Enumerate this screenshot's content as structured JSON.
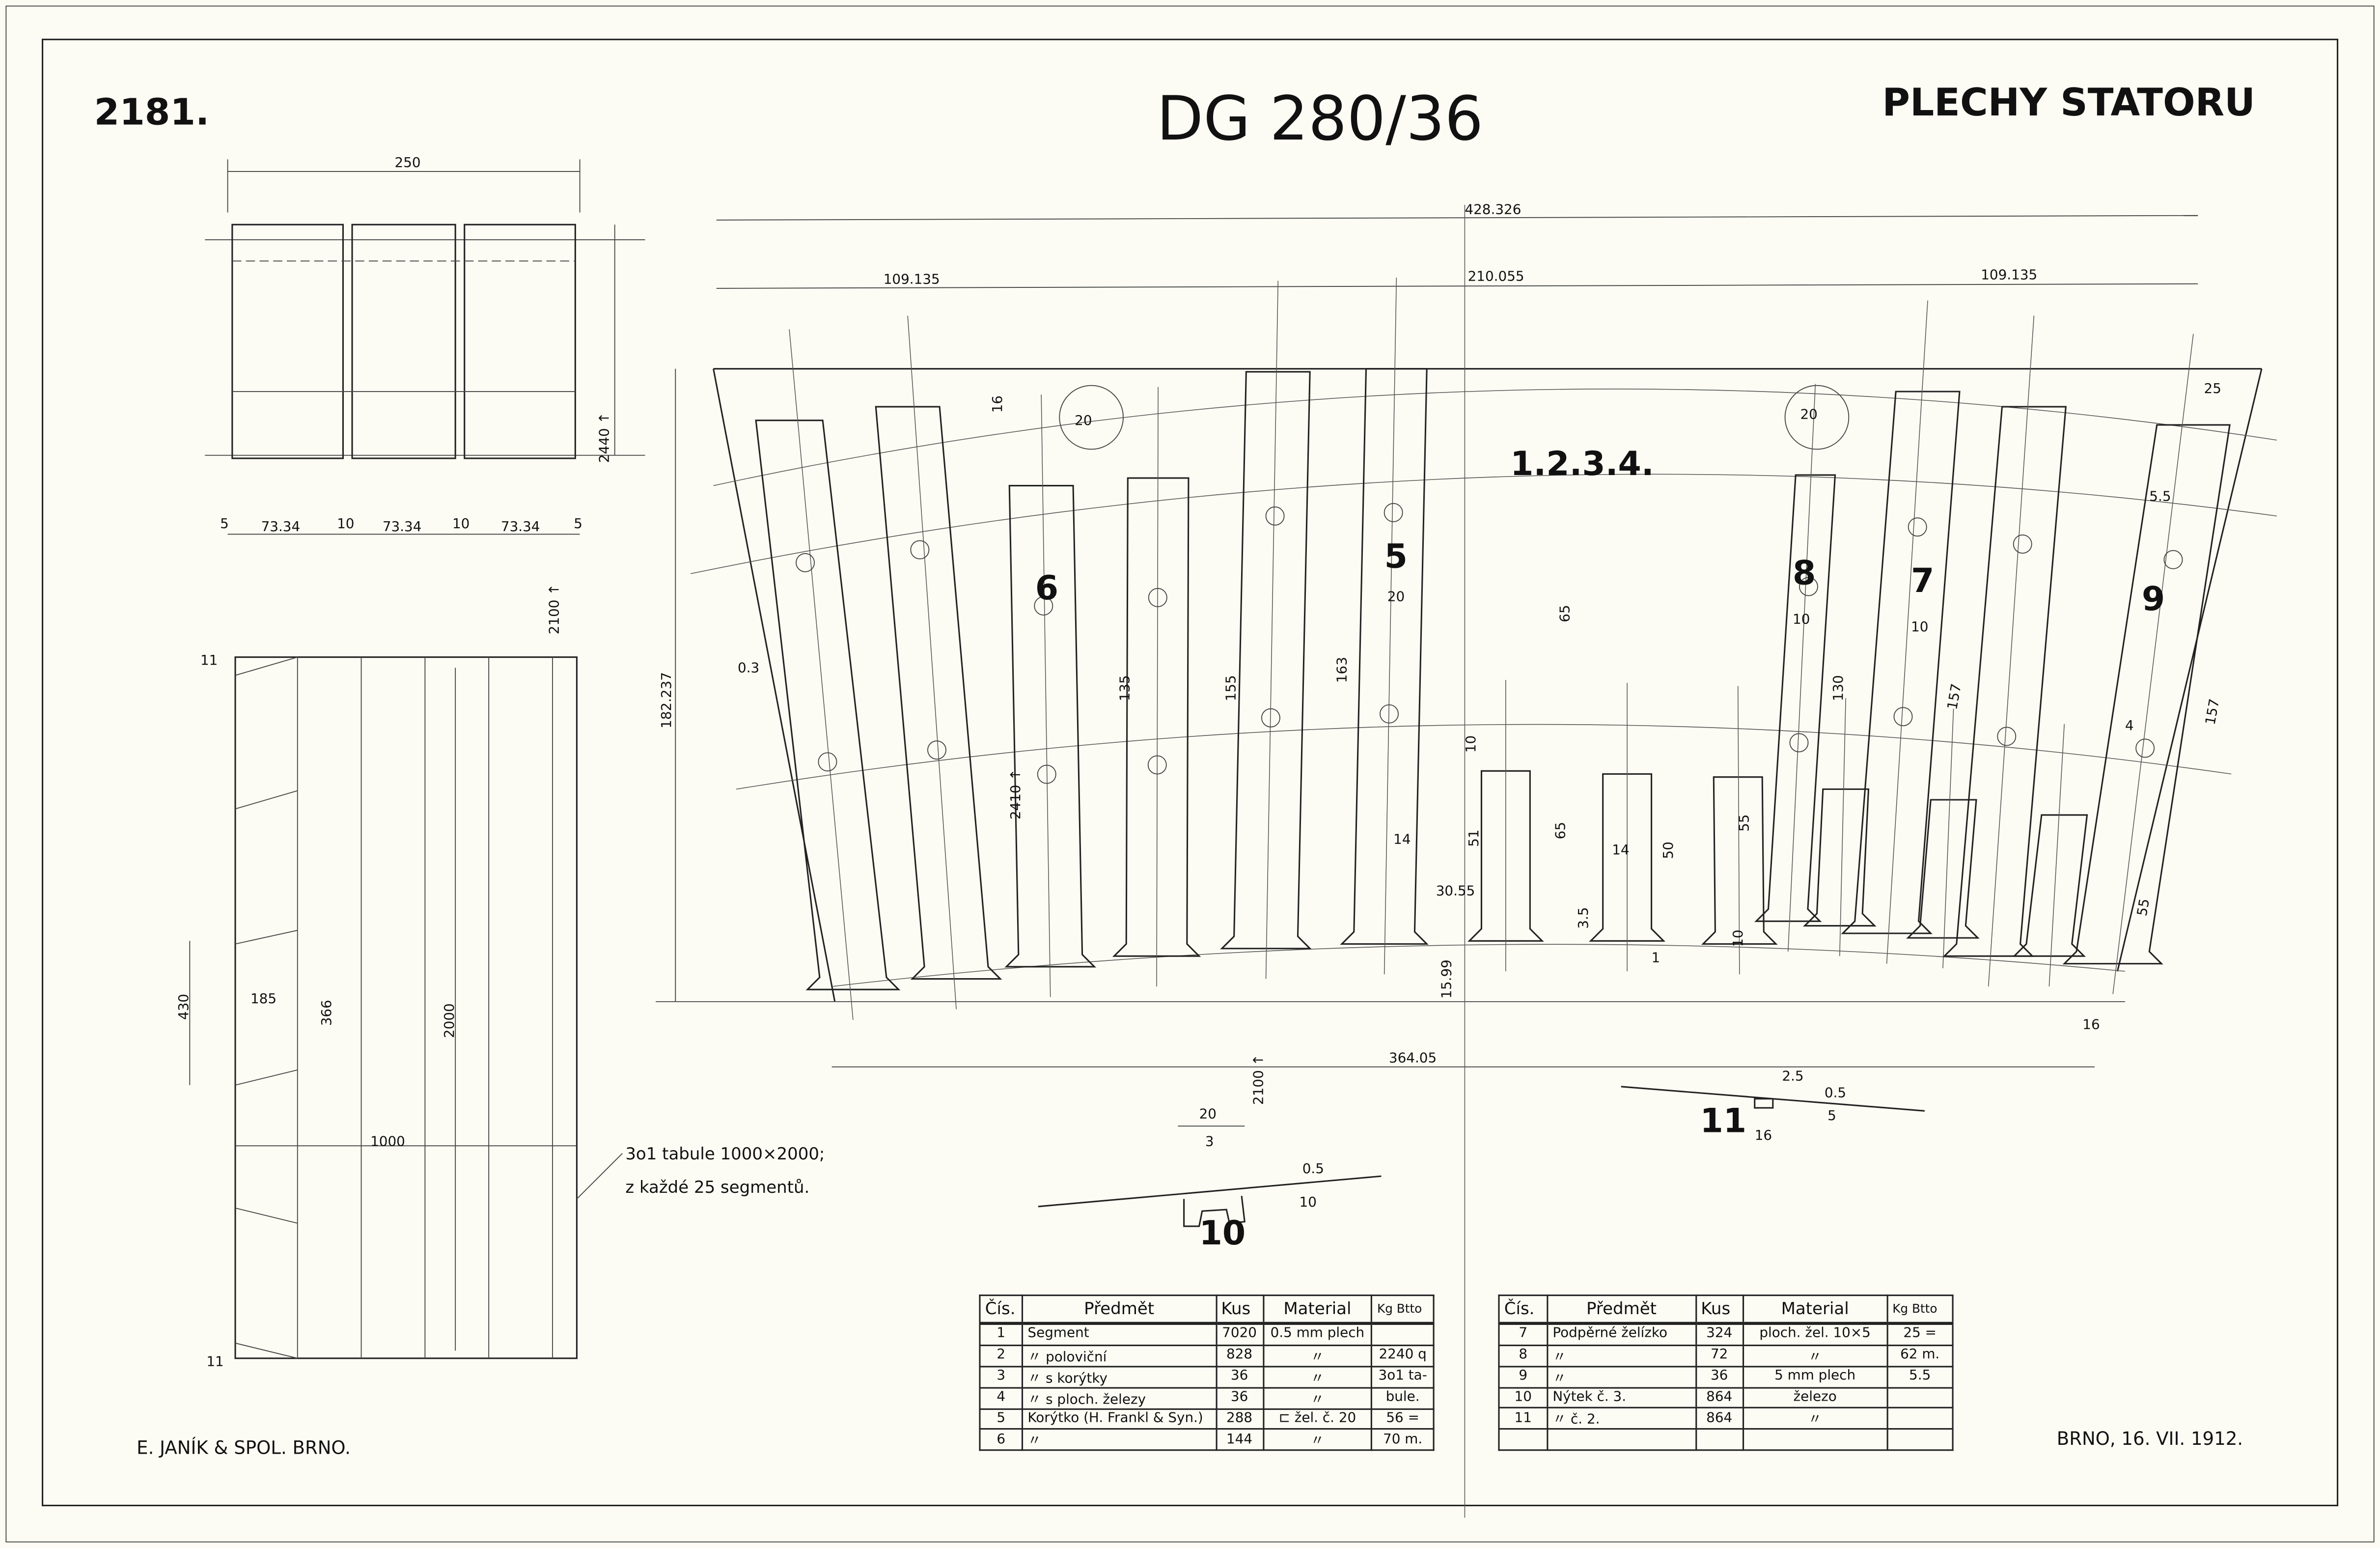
{
  "header": {
    "sheet_number": "2181.",
    "model": "DG 280/36",
    "title": "PLECHY STATORU",
    "parts_group": "1.2.3.4."
  },
  "footer": {
    "maker": "E. JANÍK & SPOL. BRNO.",
    "place_date": "BRNO, 16. VII. 1912."
  },
  "note": {
    "line1": "3o1 tabule 1000×2000;",
    "line2": "z každé 25 segmentů."
  },
  "part_numbers": {
    "p5": "5",
    "p6": "6",
    "p7": "7",
    "p8": "8",
    "p9": "9",
    "p10": "10",
    "p11": "11"
  },
  "top_view": {
    "width": "250",
    "height": "2440 ↑",
    "w1": "73.34",
    "w2": "73.34",
    "w3": "73.34",
    "gap_l": "5",
    "gap1": "10",
    "gap2": "10",
    "gap_r": "5",
    "sheet_h": "2100 ↑"
  },
  "sheet_layout": {
    "top": "11",
    "bottom": "11",
    "h430": "430",
    "w185": "185",
    "h366": "366",
    "h2000": "2000",
    "w1000": "1000"
  },
  "main_dims": {
    "total": "428.326",
    "left": "109.135",
    "center": "210.055",
    "right": "109.135",
    "height": "182.237",
    "bottom_chord": "364.05",
    "d16": "16",
    "d20a": "20",
    "d20b": "20",
    "d25": "25",
    "d55a": "5.5",
    "d03": "0.3",
    "d2410": "2410 ↑",
    "d135": "135",
    "d155": "155",
    "d163": "163",
    "d20c": "20",
    "d65a": "65",
    "d10a": "10",
    "d130": "130",
    "d10b": "10",
    "d157a": "157",
    "d157b": "157",
    "d4": "4",
    "d10c": "10",
    "d51": "51",
    "d14a": "14",
    "d65b": "65",
    "d14b": "14",
    "d50": "50",
    "d55b": "55",
    "d3055": "30.55",
    "d35": "3.5",
    "d10d": "10",
    "d1": "1",
    "d1599": "15.99",
    "d55c": "55",
    "d16b": "16",
    "d2100": "2100 ↑"
  },
  "detail10": {
    "w20": "20",
    "w3": "3",
    "t05": "0.5",
    "h10": "10"
  },
  "detail11": {
    "w25": "2.5",
    "t05": "0.5",
    "h5": "5",
    "w16": "16"
  },
  "table_left": {
    "headers": [
      "Čís.",
      "Předmět",
      "Kus",
      "Material",
      "Kg Btto"
    ],
    "rows": [
      [
        "1",
        "Segment",
        "7020",
        "0.5 mm plech",
        ""
      ],
      [
        "2",
        "〃   poloviční",
        "828",
        "〃",
        "2240 q"
      ],
      [
        "3",
        "〃   s korýtky",
        "36",
        "〃",
        "3o1 ta-"
      ],
      [
        "4",
        "〃   s ploch. železy",
        "36",
        "〃",
        "bule."
      ],
      [
        "5",
        "Korýtko (H. Frankl & Syn.)",
        "288",
        "⊏ žel. č. 20",
        "56 ="
      ],
      [
        "6",
        "〃",
        "144",
        "〃",
        "70 m."
      ]
    ]
  },
  "table_right": {
    "headers": [
      "Čís.",
      "Předmět",
      "Kus",
      "Material",
      "Kg Btto"
    ],
    "rows": [
      [
        "7",
        "Podpěrné želízko",
        "324",
        "ploch. žel. 10×5",
        "25 ="
      ],
      [
        "8",
        "〃",
        "72",
        "〃",
        "62 m."
      ],
      [
        "9",
        "〃",
        "36",
        "5 mm plech",
        "5.5"
      ],
      [
        "10",
        "Nýtek č. 3.",
        "864",
        "železo",
        ""
      ],
      [
        "11",
        "〃  č. 2.",
        "864",
        "〃",
        ""
      ],
      [
        "",
        "",
        "",
        "",
        ""
      ]
    ]
  }
}
